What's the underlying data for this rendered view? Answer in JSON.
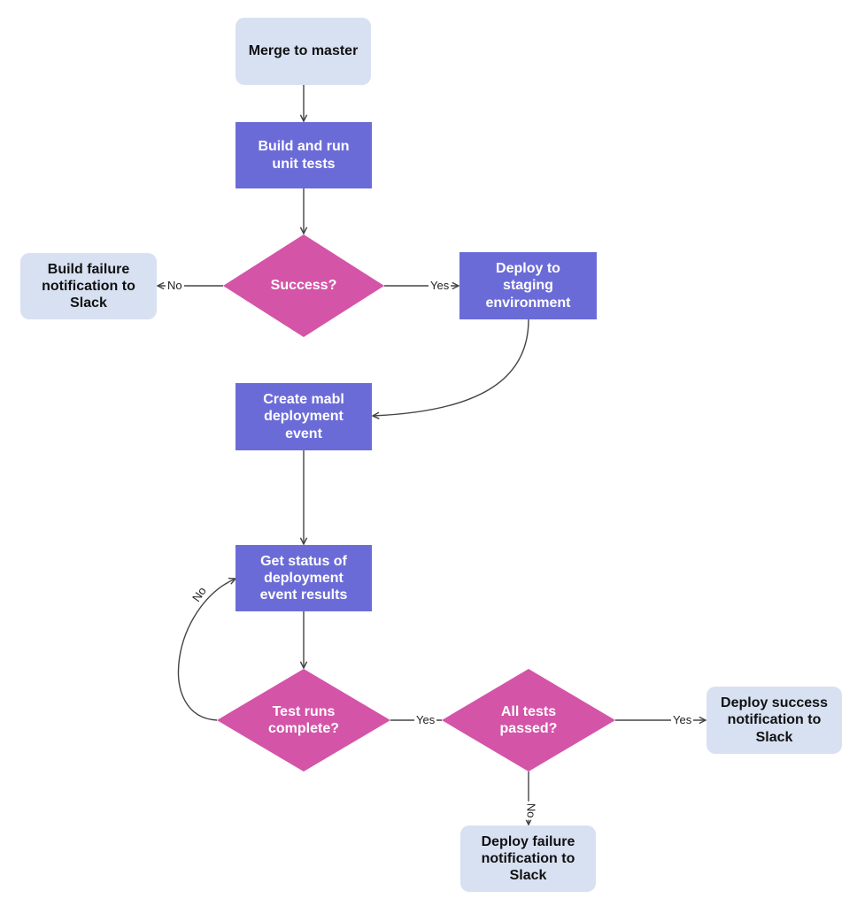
{
  "nodes": {
    "merge": "Merge to master",
    "build": "Build and run\nunit tests",
    "success": "Success?",
    "build_fail": "Build failure\nnotification to\nSlack",
    "deploy_staging": "Deploy to\nstaging\nenvironment",
    "create_event": "Create mabl\ndeployment\nevent",
    "get_status": "Get status of\ndeployment\nevent results",
    "runs_complete": "Test runs\ncomplete?",
    "all_passed": "All tests\npassed?",
    "deploy_success": "Deploy success\nnotification to\nSlack",
    "deploy_fail": "Deploy failure\nnotification to\nSlack"
  },
  "edge_labels": {
    "success_no": "No",
    "success_yes": "Yes",
    "loop_no": "No",
    "complete_yes": "Yes",
    "passed_yes": "Yes",
    "passed_no": "No"
  },
  "colors": {
    "process": "#6b6bd8",
    "decision": "#d454a8",
    "terminal": "#d8e1f2",
    "connector": "#444444"
  }
}
